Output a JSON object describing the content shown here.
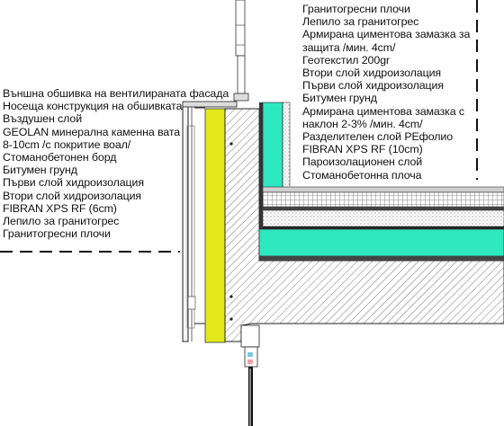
{
  "left_labels": [
    "Външна обшивка на вентилираната фасада",
    "Носеща конструкция на обшивката",
    "Въздушен слой",
    "GEOLAN минерална каменна вата",
    "8-10cm /с покритие воал/",
    "Стоманобетонен борд",
    "Битумен грунд",
    "Първи слой хидроизолация",
    "Втори слой хидроизолация",
    "FIBRAN XPS RF (6cm)",
    "Лепило за гранитогрес",
    "Гранитогресни плочи"
  ],
  "right_labels": [
    "Гранитогресни плочи",
    "Лепило за гранитогрес",
    "Армирана циментова замазка за",
    "защита /мин. 4cm/",
    "Геотекстил 200gr",
    "Втори слой хидроизолация",
    "Първи слой хидроизолация",
    "Битумен грунд",
    "Армирана циментова замазка с",
    "наклон 2-3% /мин. 4cm/",
    "Разделителен слой РЕфолио",
    "FIBRAN XPS RF (10cm)",
    "Пароизолационен слой",
    "Стоманобетонна плоча"
  ],
  "colors": {
    "insulation_yellow": "#e2e81a",
    "xps_green": "#2ee8c0",
    "concrete_hatch": "#555555",
    "line": "#111111"
  }
}
